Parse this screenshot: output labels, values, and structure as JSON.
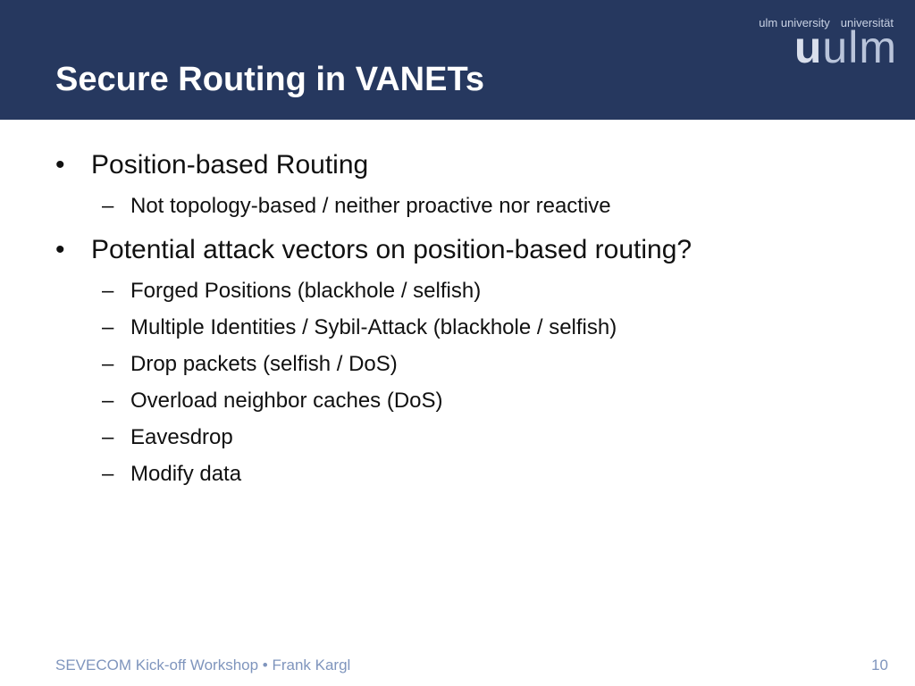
{
  "header": {
    "title": "Secure Routing in VANETs",
    "logo": {
      "caption_left": "ulm university",
      "caption_right": "universität",
      "mark_bold": "u",
      "mark_rest": "ulm"
    }
  },
  "content": {
    "bullet_symbol": "•",
    "dash_symbol": "–",
    "items": [
      {
        "text": "Position-based Routing",
        "subitems": [
          "Not topology-based / neither proactive nor reactive"
        ]
      },
      {
        "text": "Potential attack vectors on position-based routing?",
        "subitems": [
          "Forged Positions (blackhole / selfish)",
          "Multiple Identities / Sybil-Attack (blackhole / selfish)",
          "Drop packets (selfish / DoS)",
          "Overload neighbor caches (DoS)",
          "Eavesdrop",
          "Modify data"
        ]
      }
    ]
  },
  "footer": {
    "left": "SEVECOM Kick-off Workshop • Frank Kargl",
    "page_number": "10"
  },
  "colors": {
    "header_bg": "#26385f",
    "footer_text": "#7f95bd"
  }
}
